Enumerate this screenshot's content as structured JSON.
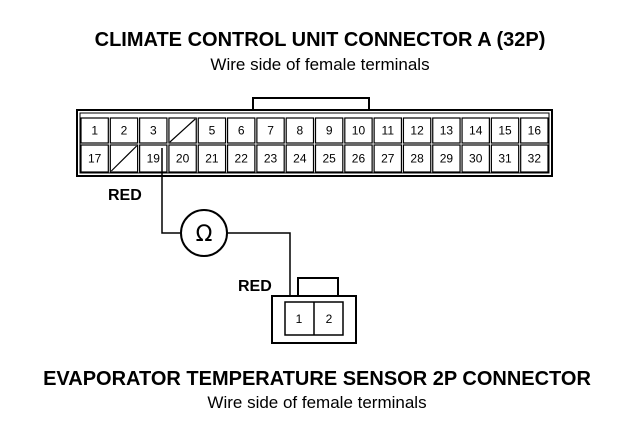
{
  "connector_a": {
    "title": "CLIMATE CONTROL UNIT CONNECTOR A (32P)",
    "subtitle": "Wire side of female terminals",
    "top_row": [
      "1",
      "2",
      "3",
      "",
      "5",
      "6",
      "7",
      "8",
      "9",
      "10",
      "11",
      "12",
      "13",
      "14",
      "15",
      "16"
    ],
    "bottom_row": [
      "17",
      "",
      "19",
      "20",
      "21",
      "22",
      "23",
      "24",
      "25",
      "26",
      "27",
      "28",
      "29",
      "30",
      "31",
      "32"
    ]
  },
  "sensor_connector": {
    "title": "EVAPORATOR TEMPERATURE SENSOR 2P CONNECTOR",
    "subtitle": "Wire side of female terminals",
    "pins": [
      "1",
      "2"
    ]
  },
  "wire_color_a": "RED",
  "wire_color_b": "RED",
  "meter_symbol": "Ω"
}
